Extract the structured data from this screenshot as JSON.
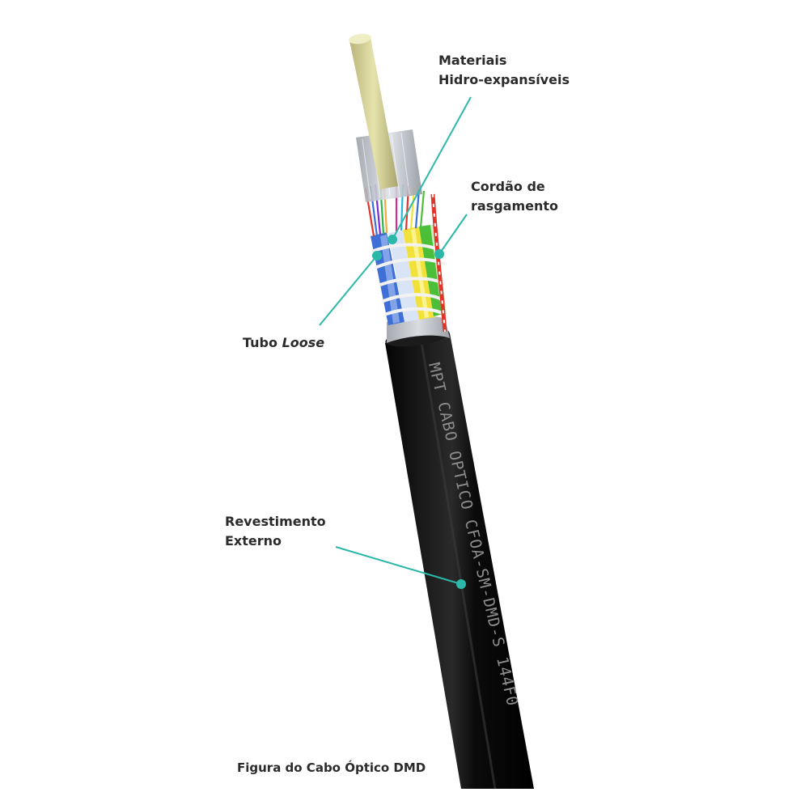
{
  "callouts": {
    "materiais": {
      "line1": "Materiais",
      "line2": "Hidro-expansíveis"
    },
    "cordao": {
      "line1": "Cordão de",
      "line2": "rasgamento"
    },
    "tubo": {
      "prefix": "Tubo ",
      "italic": "Loose"
    },
    "revestimento": {
      "line1": "Revestimento",
      "line2": "Externo"
    }
  },
  "cable_print": "MPT CABO OPTICO CFOA-SM-DMD-S 144F0",
  "caption": "Figura do Cabo Óptico DMD",
  "colors": {
    "leader": "#2bb8a8",
    "jacket": "#0d0d0d",
    "strength_member": "#d8d59a",
    "yarn": "#cfd3d8",
    "binder": "#f2f2f2",
    "ripcord": "#e0352b",
    "tube_blue": "#3d6fd6",
    "tube_yellow": "#f1e13a",
    "tube_green": "#4bbf3a"
  }
}
